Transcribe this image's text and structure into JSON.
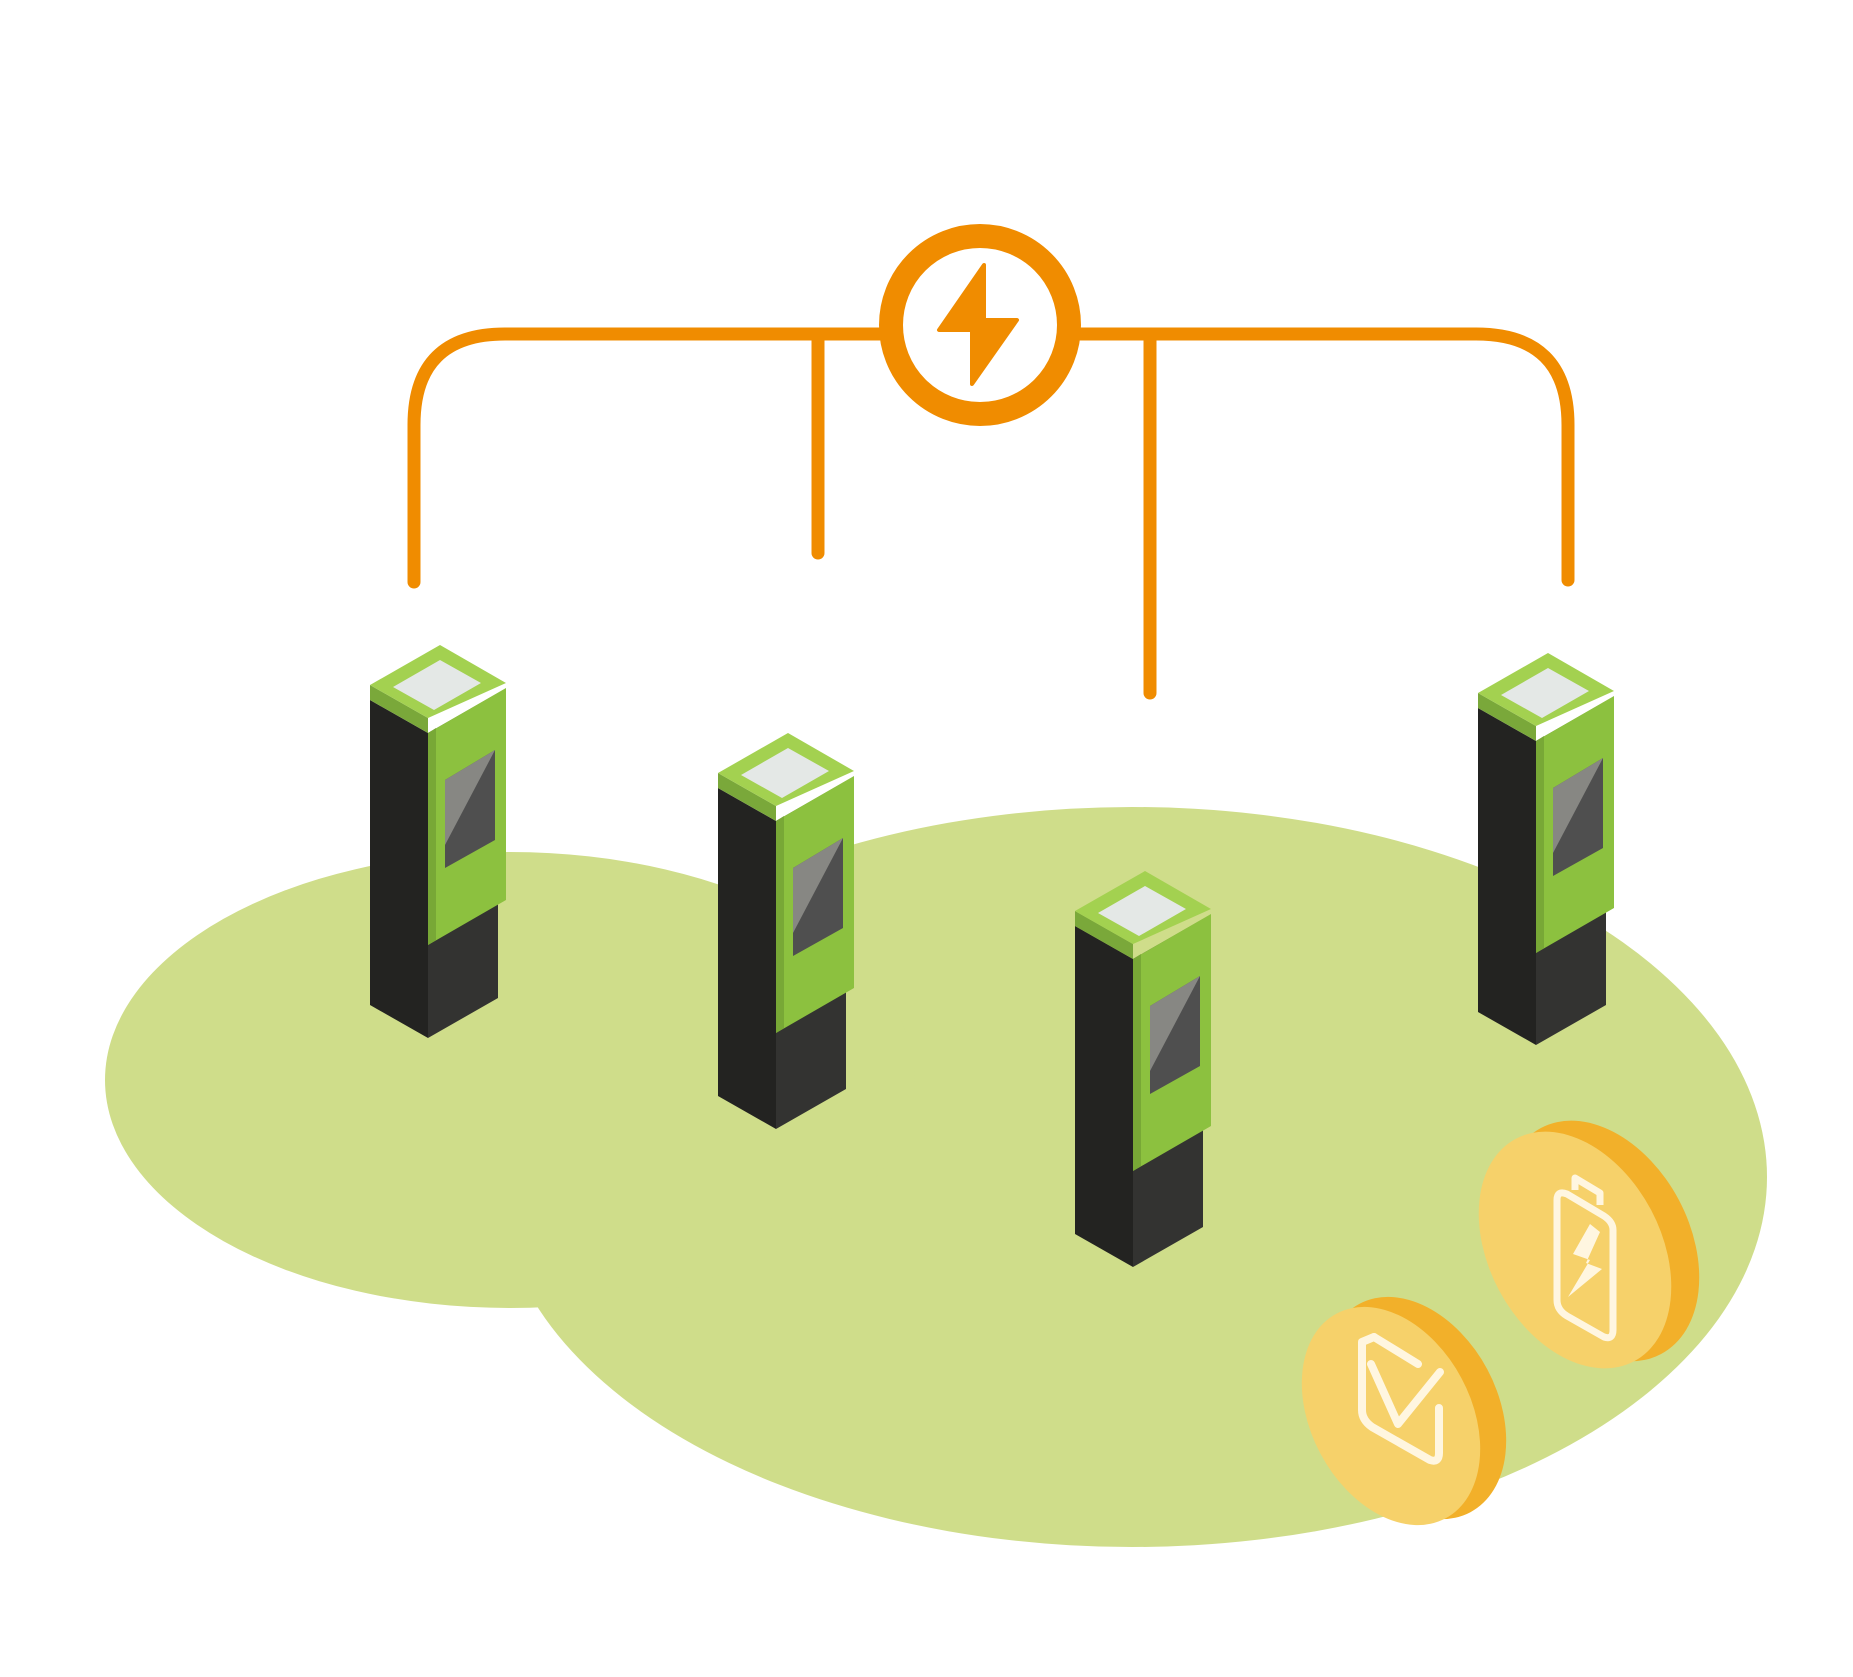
{
  "palette": {
    "background": "#ffffff",
    "ground": "#cfdd8a",
    "wire": "#f08c00",
    "hub_fill": "#ffffff",
    "bolt": "#f08c00",
    "charger_top": "#a3d150",
    "charger_top_edge": "#7aa83a",
    "charger_panel": "#8cc13f",
    "charger_panel_dark": "#78a836",
    "screen_light": "#e4e8e6",
    "screen_gray": "#878783",
    "screen_dark": "#4f4f4f",
    "body_dark": "#232321",
    "body_mid": "#333331",
    "coin_edge": "#f2b02a",
    "coin_face": "#f6d16a",
    "coin_glyph": "#fff6e0"
  },
  "icons": {
    "hub": "power-bolt-icon",
    "coin_left": "checkmark-icon",
    "coin_right": "battery-charging-icon"
  },
  "chargers": [
    {
      "id": "charger-1"
    },
    {
      "id": "charger-2"
    },
    {
      "id": "charger-3"
    },
    {
      "id": "charger-4"
    }
  ]
}
